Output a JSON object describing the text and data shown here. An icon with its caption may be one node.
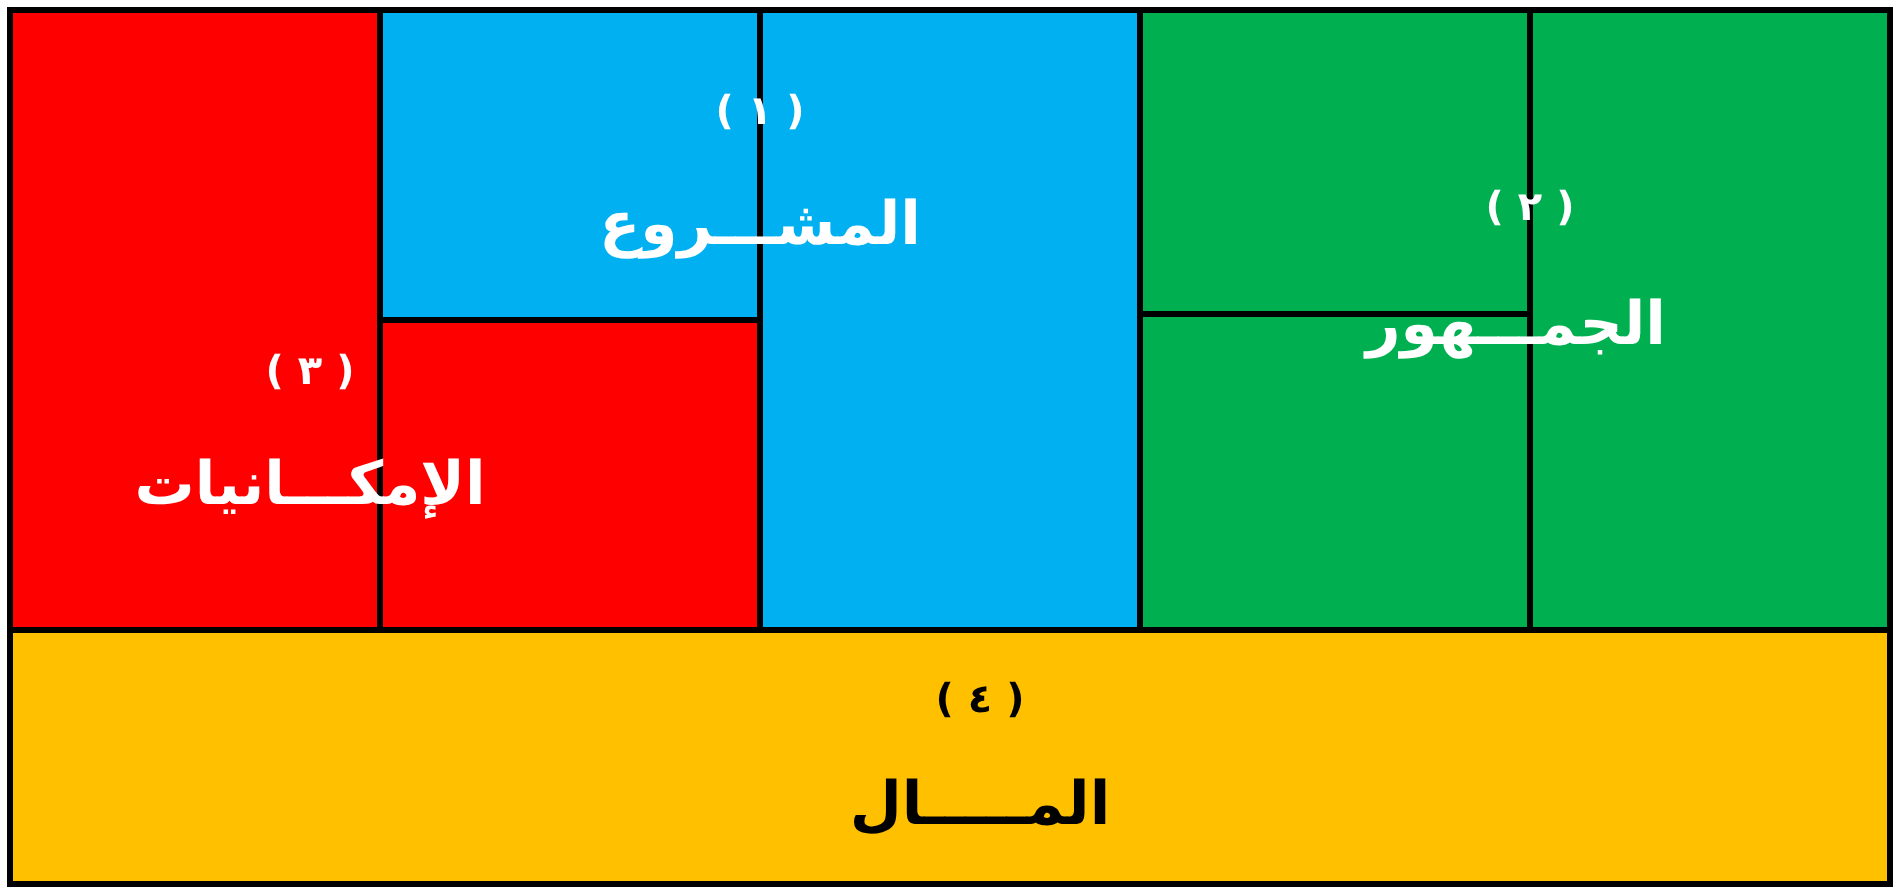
{
  "diagram": {
    "nodes": [
      {
        "text": [
          "( ١ )",
          "المشـــروع"
        ]
      },
      {
        "text": [
          "( ٢ )",
          "الجمـــهور"
        ]
      },
      {
        "text": [
          "( ٣ )",
          "الإمكـــانيات"
        ]
      },
      {
        "text": [
          "( ٤ )",
          "المـــــال"
        ]
      }
    ]
  }
}
